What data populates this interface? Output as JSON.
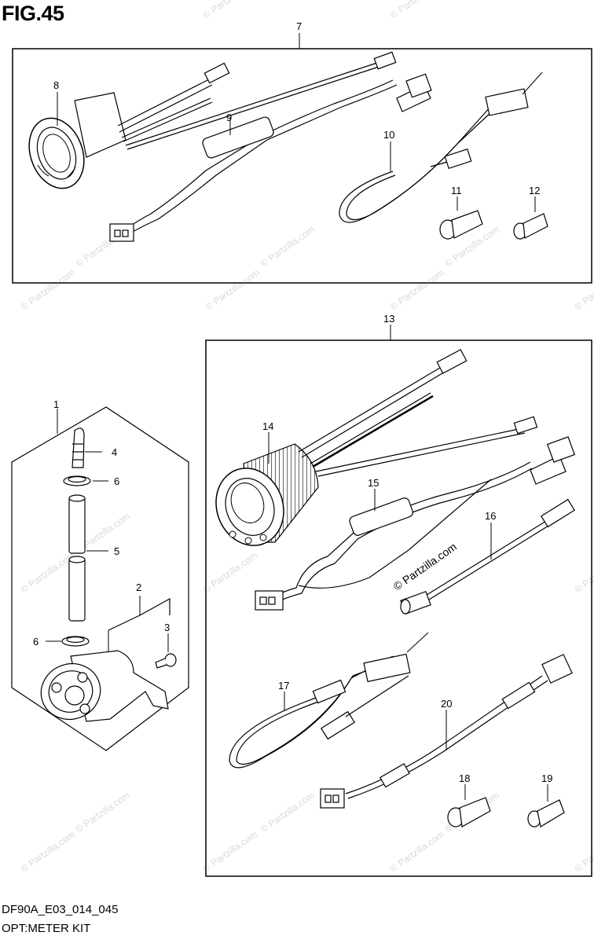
{
  "figure": {
    "title": "FIG.45",
    "drawing_code": "DF90A_E03_014_045",
    "section_name": "OPT:METER KIT"
  },
  "watermark": {
    "text": "© Partzilla.com",
    "featured_text": "© Partzilla.com"
  },
  "callouts": {
    "c1": "1",
    "c2": "2",
    "c3": "3",
    "c4": "4",
    "c5": "5",
    "c6a": "6",
    "c6b": "6",
    "c7": "7",
    "c8": "8",
    "c9": "9",
    "c10": "10",
    "c11": "11",
    "c12": "12",
    "c13": "13",
    "c14": "14",
    "c15": "15",
    "c16": "16",
    "c17": "17",
    "c18": "18",
    "c19": "19",
    "c20": "20"
  }
}
